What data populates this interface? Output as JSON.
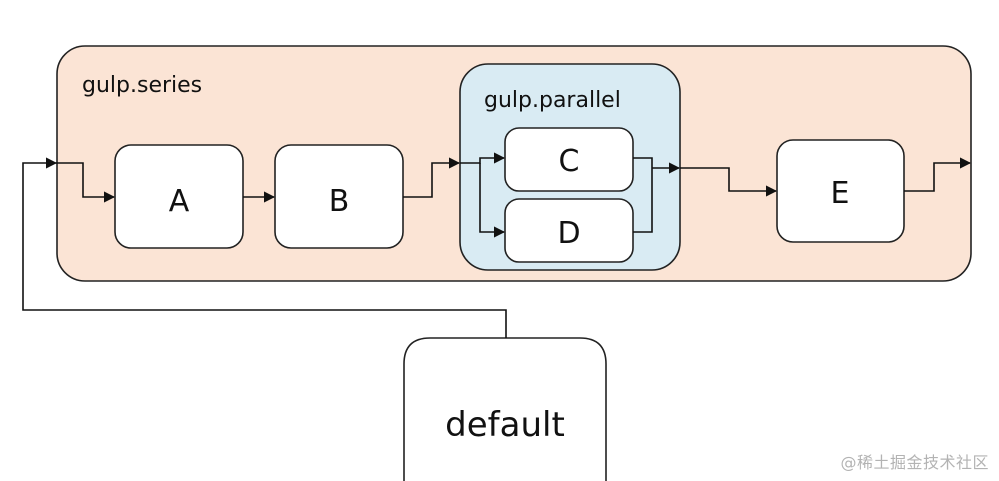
{
  "diagram": {
    "series_label": "gulp.series",
    "parallel_label": "gulp.parallel",
    "tasks": {
      "a": "A",
      "b": "B",
      "c": "C",
      "d": "D",
      "e": "E"
    },
    "default_label": "default"
  },
  "watermark": "@稀土掘金技术社区",
  "colors": {
    "series_fill": "#fbe4d5",
    "parallel_fill": "#d9ebf3",
    "box_fill": "#ffffff",
    "stroke": "#222222"
  }
}
